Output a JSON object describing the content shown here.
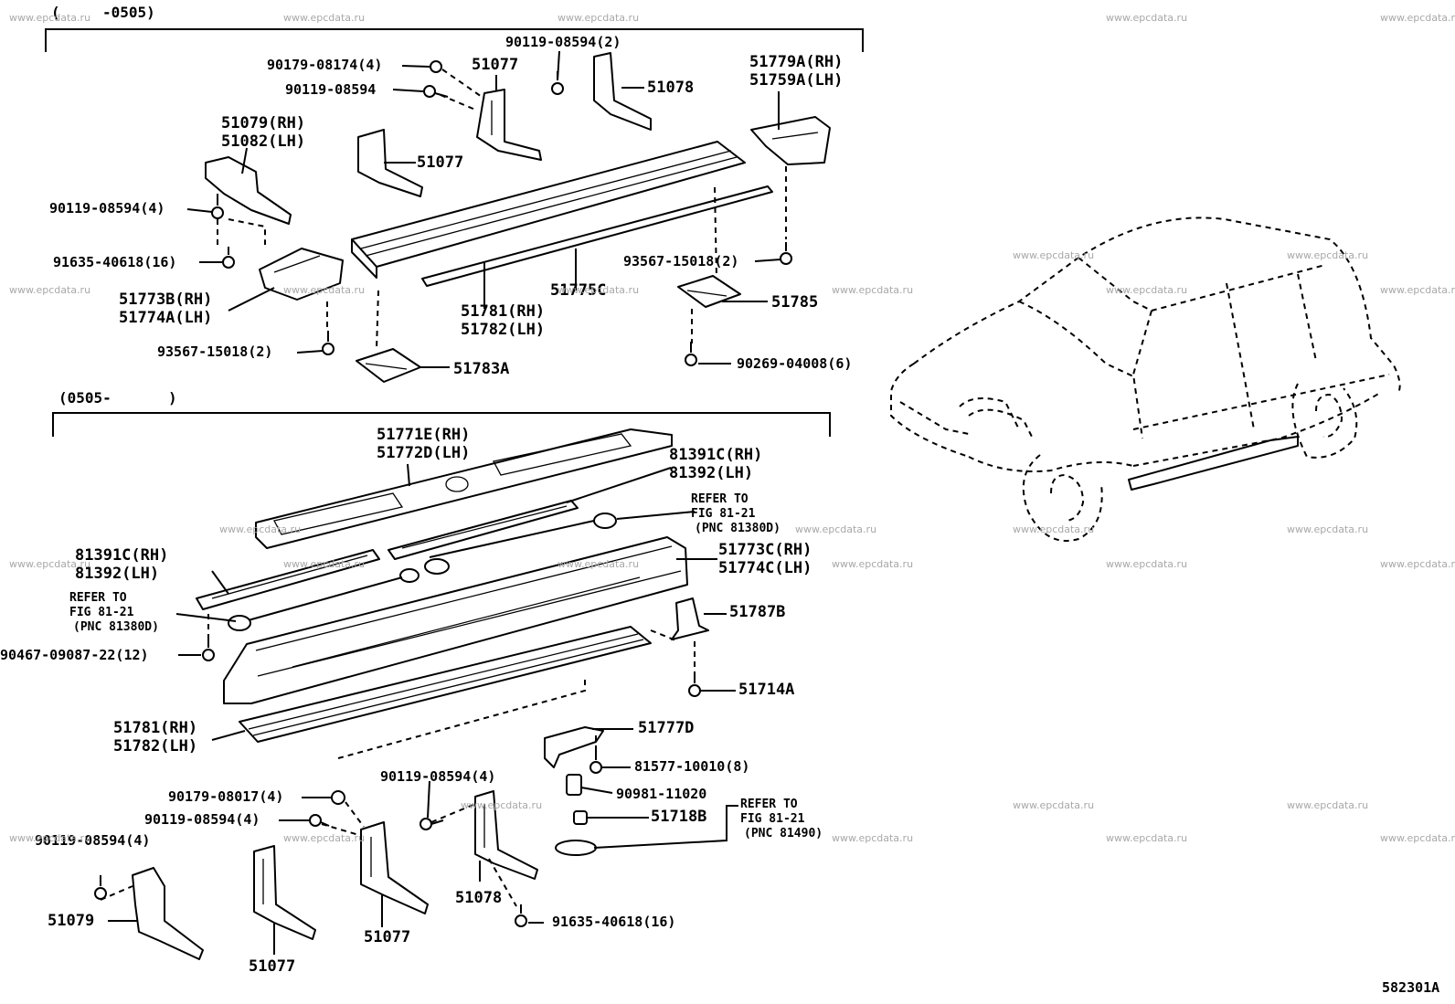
{
  "watermark": "www.epcdata.ru",
  "sections": {
    "top": {
      "range_start": "(",
      "range_end": "-0505)"
    },
    "bottom": {
      "range_start": "(0505-",
      "range_end": ")"
    }
  },
  "parts": {
    "p_90179_08174": "90179-08174(4)",
    "p_90119_08594_a": "90119-08594",
    "p_51077_a": "51077",
    "p_90119_08594_b": "90119-08594(2)",
    "p_51078_a": "51078",
    "p_51779a": "51779A(RH)",
    "p_51759a": "51759A(LH)",
    "p_51079_rh": "51079(RH)",
    "p_51082_lh": "51082(LH)",
    "p_51077_b": "51077",
    "p_90119_08594_c": "90119-08594(4)",
    "p_91635_40618_a": "91635-40618(16)",
    "p_51773b": "51773B(RH)",
    "p_51774a": "51774A(LH)",
    "p_93567_15018_a": "93567-15018(2)",
    "p_51783a": "51783A",
    "p_51781_a": "51781(RH)",
    "p_51782_a": "51782(LH)",
    "p_51775c": "51775C",
    "p_93567_15018_b": "93567-15018(2)",
    "p_51785": "51785",
    "p_90269_04008": "90269-04008(6)",
    "p_51771e": "51771E(RH)",
    "p_51772d": "51772D(LH)",
    "p_81391c_a": "81391C(RH)",
    "p_81392_a": "81392(LH)",
    "p_refer_a1": "REFER TO",
    "p_refer_a2": "FIG 81-21",
    "p_refer_a3": "(PNC 81380D)",
    "p_81391c_b": "81391C(RH)",
    "p_81392_b": "81392(LH)",
    "p_refer_b1": "REFER TO",
    "p_refer_b2": "FIG 81-21",
    "p_refer_b3": "(PNC 81380D)",
    "p_51773c": "51773C(RH)",
    "p_51774c": "51774C(LH)",
    "p_51787b": "51787B",
    "p_90467": "90467-09087-22(12)",
    "p_51714a": "51714A",
    "p_51781_b": "51781(RH)",
    "p_51782_b": "51782(LH)",
    "p_51777d": "51777D",
    "p_81577": "81577-10010(8)",
    "p_90119_08594_d": "90119-08594(4)",
    "p_90981": "90981-11020",
    "p_90179_08017": "90179-08017(4)",
    "p_90119_08594_e": "90119-08594(4)",
    "p_51718b": "51718B",
    "p_refer_c1": "REFER TO",
    "p_refer_c2": "FIG 81-21",
    "p_refer_c3": "(PNC 81490)",
    "p_90119_08594_f": "90119-08594(4)",
    "p_51079_b": "51079",
    "p_51077_c": "51077",
    "p_51077_d": "51077",
    "p_51078_b": "51078",
    "p_91635_40618_b": "91635-40618(16)"
  },
  "figure_id": "582301A"
}
